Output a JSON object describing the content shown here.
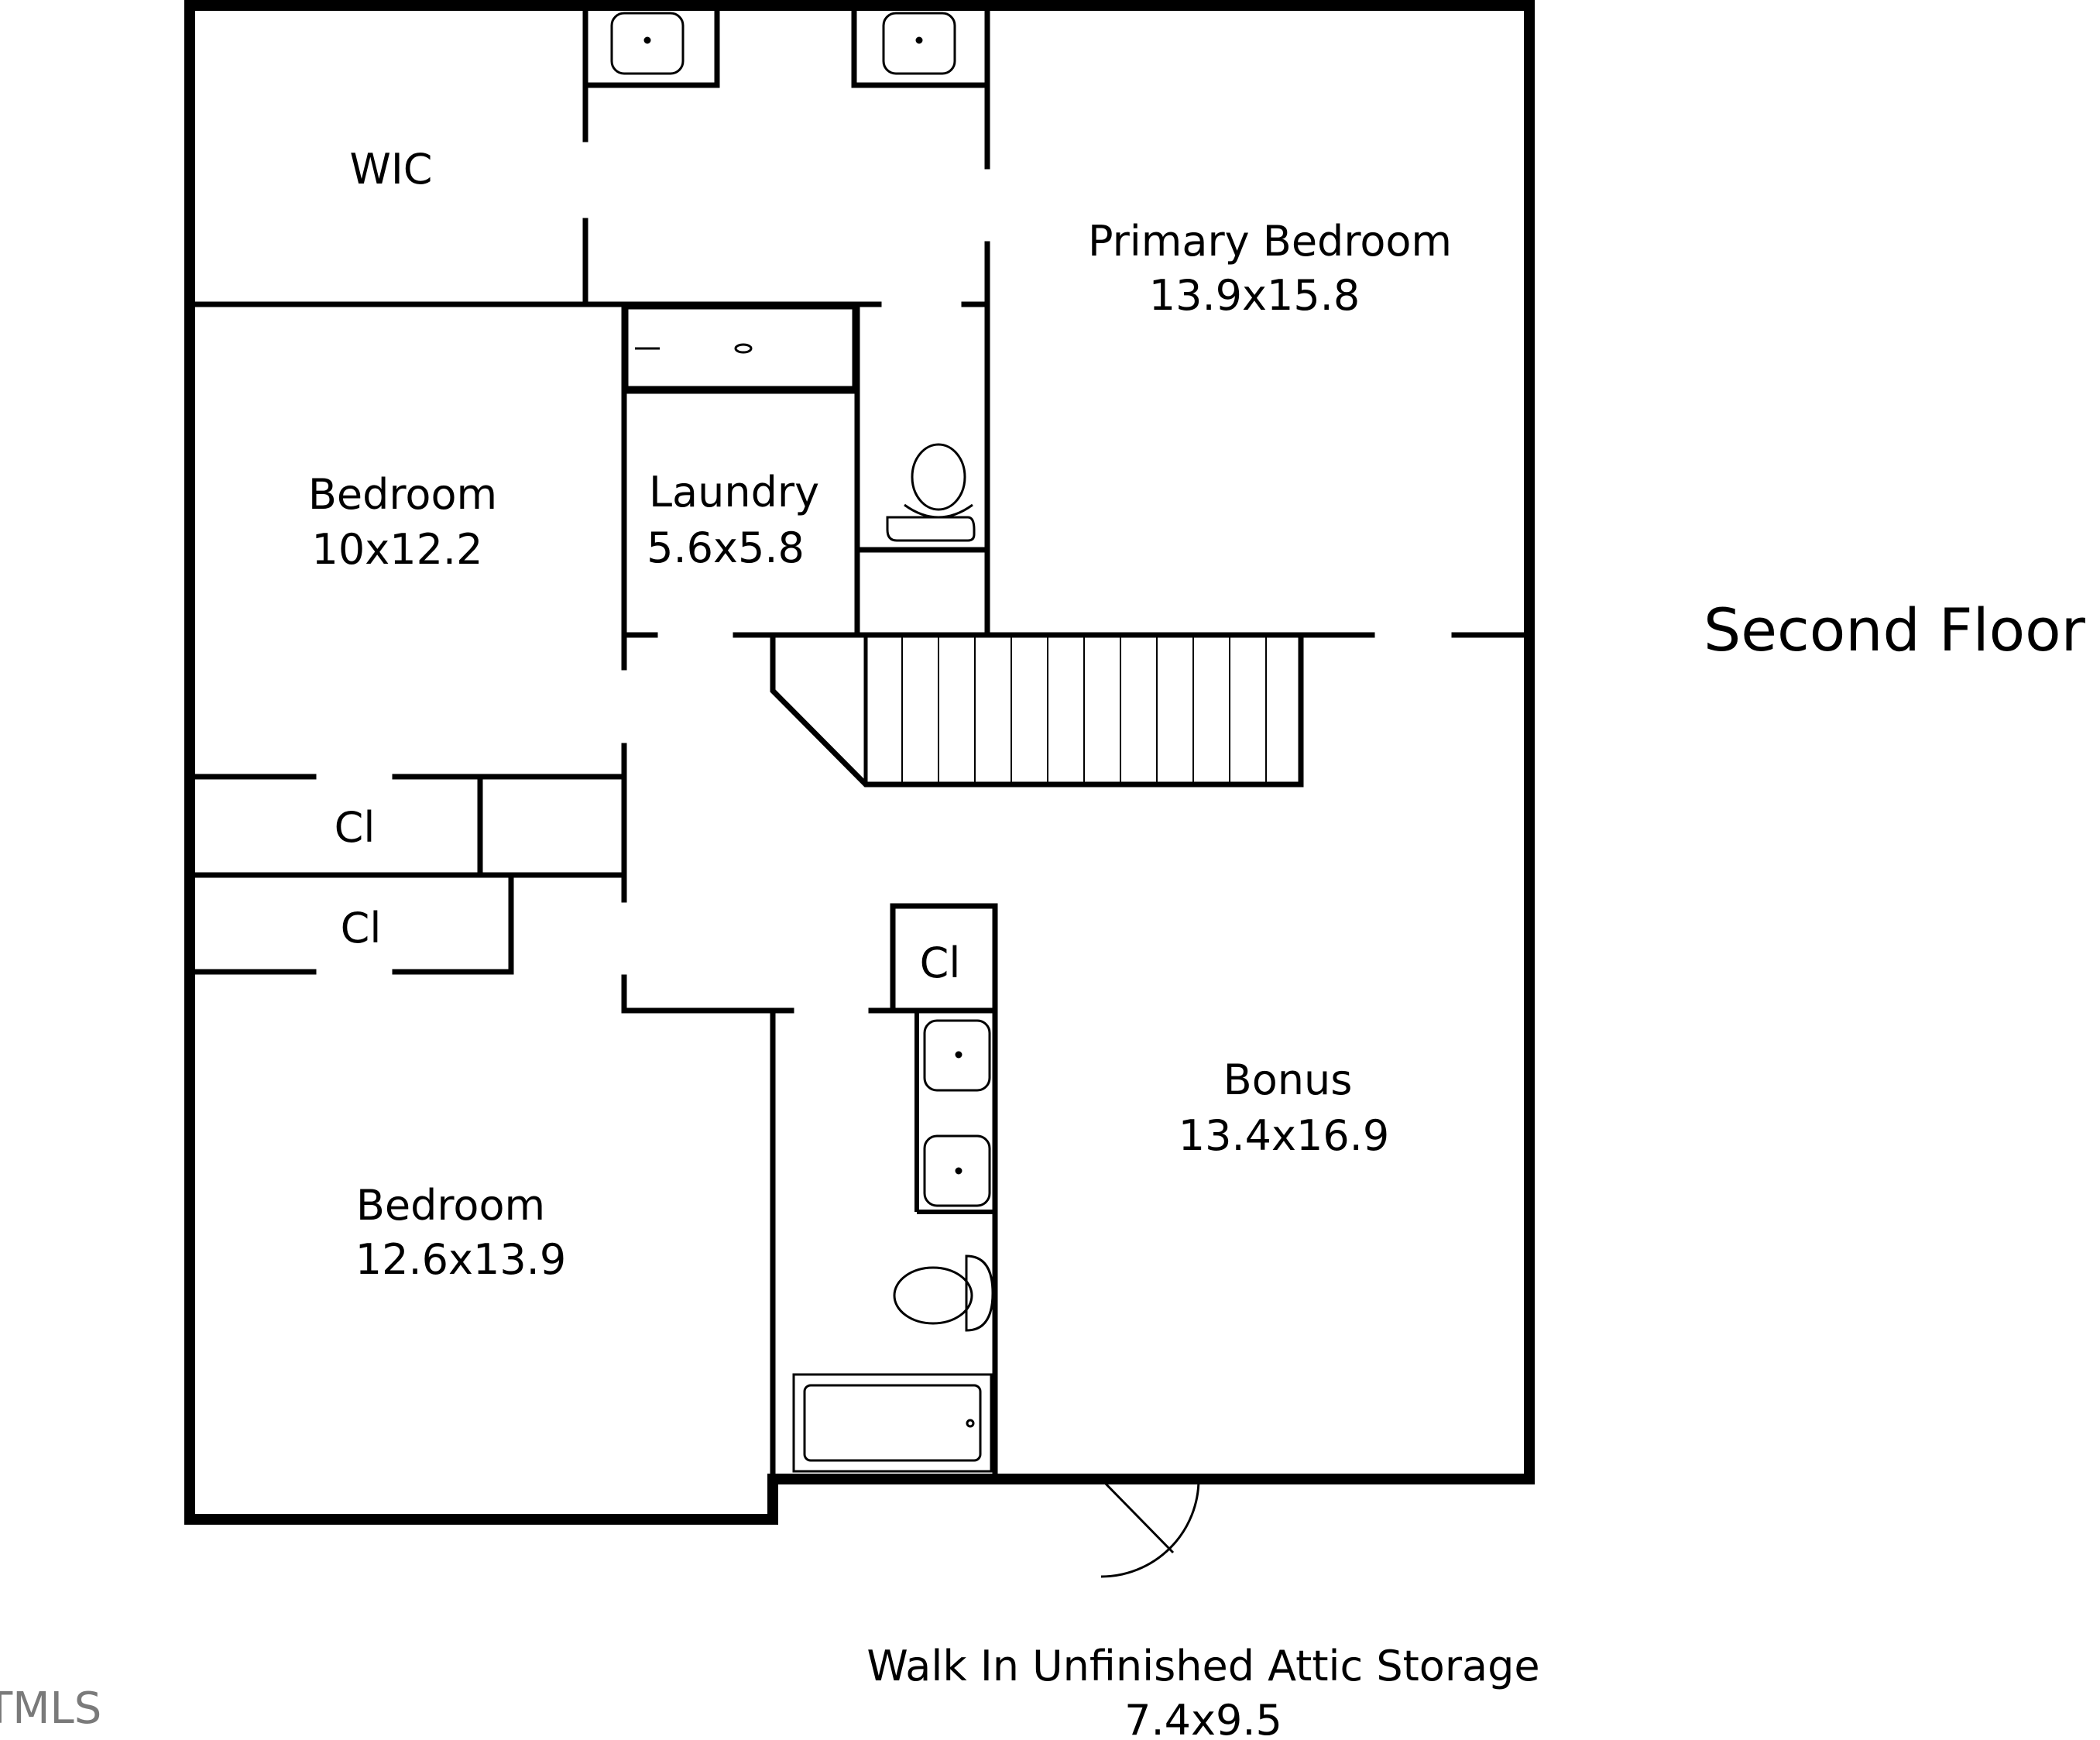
{
  "floor": {
    "title": "Second Floor"
  },
  "watermark": "TMLS",
  "rooms": {
    "wic": {
      "name": "WIC"
    },
    "primary_bedroom": {
      "name": "Primary Bedroom",
      "dims": "13.9x15.8"
    },
    "bedroom_upper": {
      "name": "Bedroom",
      "dims": "10x12.2"
    },
    "laundry": {
      "name": "Laundry",
      "dims": "5.6x5.8"
    },
    "closet_1": {
      "name": "Cl"
    },
    "closet_2": {
      "name": "Cl"
    },
    "closet_3": {
      "name": "Cl"
    },
    "bonus": {
      "name": "Bonus",
      "dims": "13.4x16.9"
    },
    "bedroom_lower": {
      "name": "Bedroom",
      "dims": "12.6x13.9"
    }
  },
  "attic": {
    "name": "Walk In Unfinished Attic Storage",
    "dims": "7.4x9.5"
  },
  "colors": {
    "wall": "#000000",
    "fixture": "#000000",
    "background": "#ffffff",
    "watermark": "#7a7a7a"
  }
}
